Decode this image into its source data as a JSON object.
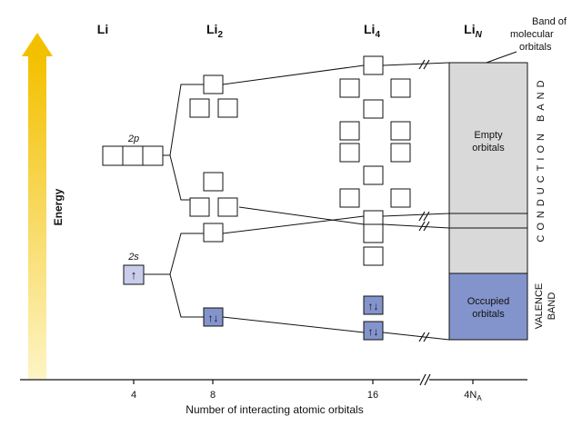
{
  "columns": {
    "li": {
      "base": "Li",
      "sub": ""
    },
    "li2": {
      "base": "Li",
      "sub": "2"
    },
    "li4": {
      "base": "Li",
      "sub": "4"
    },
    "lin": {
      "base": "Li",
      "sub": "N"
    }
  },
  "band_note": [
    "Band of",
    "molecular",
    "orbitals"
  ],
  "energy_label": "Energy",
  "orbital_labels": {
    "p2": "2p",
    "s2": "2s"
  },
  "empty_label": [
    "Empty",
    "orbitals"
  ],
  "occupied_label": [
    "Occupied",
    "orbitals"
  ],
  "conduction_band_label": "CONDUCTION BAND",
  "valence_band_label": [
    "VALENCE",
    "BAND"
  ],
  "arrows": {
    "single": "↑",
    "pair": "↑↓"
  },
  "axis": {
    "ticks": [
      "4",
      "8",
      "16"
    ],
    "tick_last": {
      "base": "4N",
      "sub": "A"
    },
    "xlabel": "Number of interacting atomic orbitals"
  },
  "colors": {
    "arrow_top": "#f4c200",
    "arrow_bottom": "#fdf2b0",
    "empty_band": "#d9d9d9",
    "occupied_band": "#8394cc",
    "occupied_orbital": "#8394cc",
    "single_orbital": "#c9cdeb",
    "line": "#111111"
  }
}
